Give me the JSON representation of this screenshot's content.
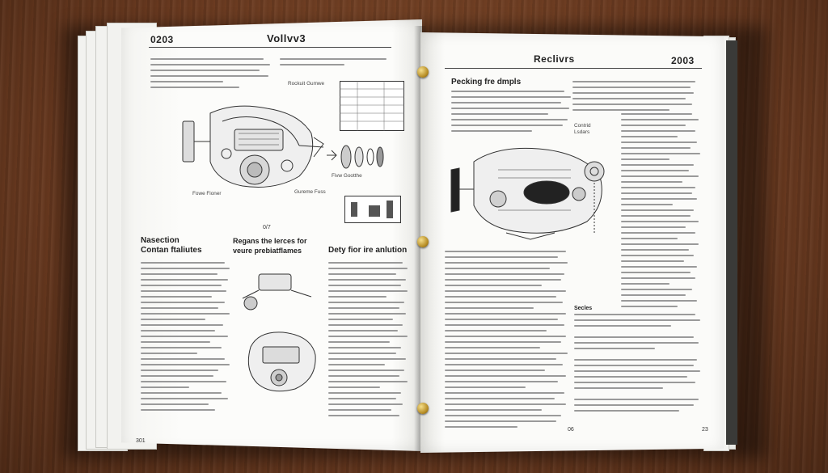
{
  "left_page": {
    "code": "0203",
    "title": "Vollvv3",
    "page_number": "301",
    "figure_caption": "0/7",
    "callouts": [
      "Rockuit Gumwe",
      "Fivw Gootthe",
      "Fowe Fioner",
      "Gureme Fuss"
    ],
    "sections": [
      {
        "title": "Nasection\nContan ftaliutes"
      },
      {
        "title": "Regans the lerces for\nveure prebiatflames"
      },
      {
        "title": "Dety fior ire anlution"
      }
    ]
  },
  "right_page": {
    "header": "Reclivrs",
    "year": "2003",
    "heading": "Pecking fre dmpls",
    "callouts": [
      "Contrid\nLsdars"
    ],
    "subheading": "Secles",
    "page_numbers": [
      "06",
      "23"
    ]
  },
  "colors": {
    "table": "#6e3f24",
    "page": "#fbfbf9",
    "rings": "#c9a23b",
    "ink": "#333333"
  },
  "icons": [
    "binder-ring-icon",
    "engine-illustration"
  ]
}
